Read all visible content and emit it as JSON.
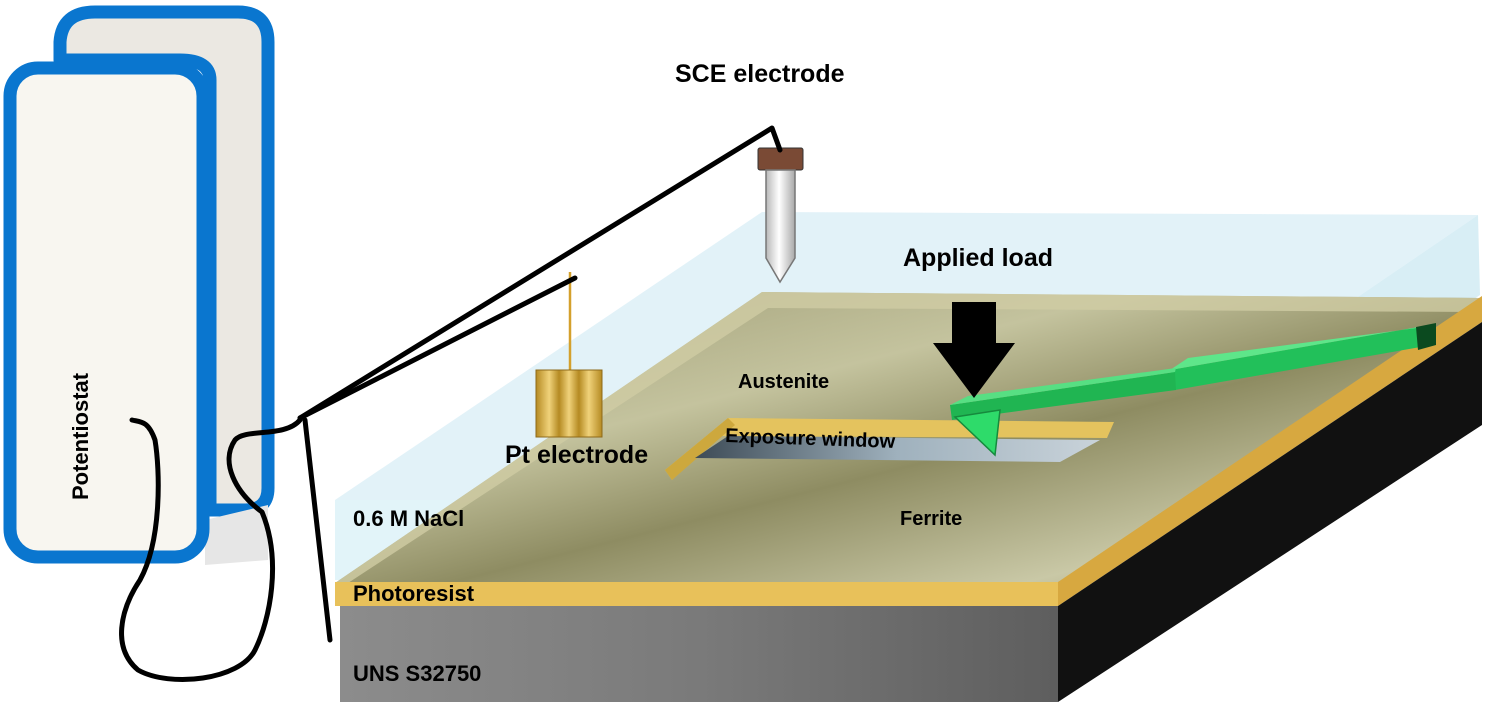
{
  "labels": {
    "sce_electrode": "SCE electrode",
    "applied_load": "Applied load",
    "austenite": "Austenite",
    "exposure_window": "Exposure window",
    "pt_electrode": "Pt electrode",
    "nacl": "0.6 M NaCl",
    "ferrite": "Ferrite",
    "photoresist": "Photoresist",
    "substrate": "UNS S32750",
    "potentiostat": "Potentiostat"
  },
  "colors": {
    "potentiostat_frame": "#0a76cf",
    "potentiostat_face": "#f8f6f0",
    "potentiostat_back": "#ebe8e2",
    "solution": "#d6eef6",
    "photoresist": "#e8c15a",
    "substrate_front": "#7a7a7a",
    "substrate_side": "#111111",
    "cantilever": "#22c05a",
    "pt_electrode": "#c9a23a",
    "sce_cap": "#7a4a35",
    "arrow": "#000000"
  }
}
